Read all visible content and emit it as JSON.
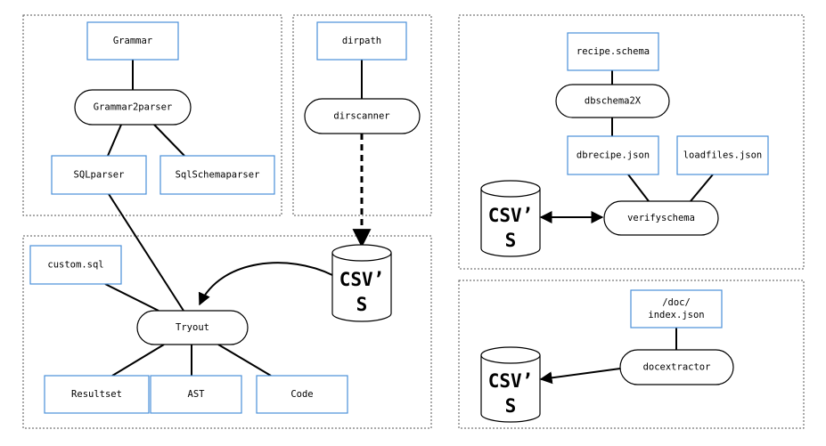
{
  "colors": {
    "box_border": "#4a90d9",
    "line": "#000000",
    "region_border": "#555555"
  },
  "nodes": {
    "grammar": "Grammar",
    "grammar2parser": "Grammar2parser",
    "sqlparser": "SQLparser",
    "sqlschemaparser": "SqlSchemaparser",
    "dirpath": "dirpath",
    "dirscanner": "dirscanner",
    "custom_sql": "custom.sql",
    "tryout": "Tryout",
    "resultset": "Resultset",
    "ast": "AST",
    "code": "Code",
    "recipe_schema": "recipe.schema",
    "dbschema2x": "dbschema2X",
    "dbrecipe_json": "dbrecipe.json",
    "loadfiles_json": "loadfiles.json",
    "verifyschema": "verifyschema",
    "doc_index_line1": "/doc/",
    "doc_index_line2": "index.json",
    "docextractor": "docextractor"
  },
  "csv": {
    "line1": "CSV’",
    "line2": "S"
  }
}
